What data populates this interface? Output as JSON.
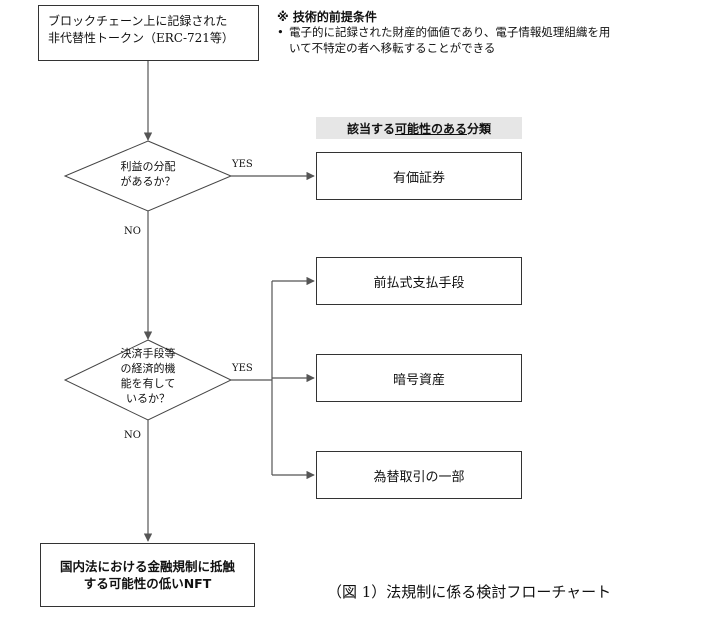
{
  "start": {
    "line1": "ブロックチェーン上に記録された",
    "line2": "非代替性トークン（ERC-721等）"
  },
  "note": {
    "title": "※ 技術的前提条件",
    "bullet": "•",
    "text": "電子的に記録された財産的価値であり、電子情報処理組織を用いて不特定の者へ移転することができる"
  },
  "categories": {
    "header_prefix": "該当する",
    "header_underlined": "可能性のある",
    "header_suffix": "分類",
    "securities": "有価証券",
    "prepaid": "前払式支払手段",
    "crypto": "暗号資産",
    "fx": "為替取引の一部"
  },
  "decision1": {
    "line1": "利益の分配",
    "line2": "があるか？"
  },
  "decision2": {
    "line1": "決済手段等",
    "line2": "の経済的機",
    "line3": "能を有して",
    "line4": "いるか？"
  },
  "labels": {
    "yes1": "YES",
    "no1": "NO",
    "yes2": "YES",
    "no2": "NO"
  },
  "end": {
    "line1": "国内法における金融規制に抵触",
    "line2": "する可能性の低いNFT"
  },
  "caption": "（図 1）法規制に係る検討フローチャート"
}
